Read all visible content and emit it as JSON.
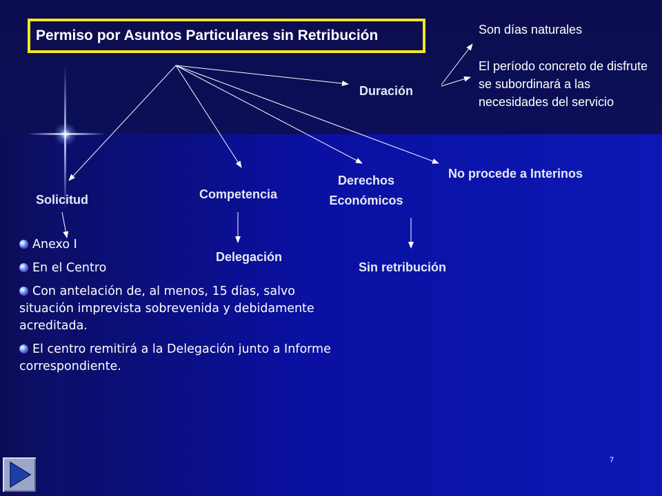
{
  "title": "Permiso por Asuntos Particulares sin Retribución",
  "nodes": {
    "duracion": "Duración",
    "solicitud": "Solicitud",
    "competencia": "Competencia",
    "derechos_line1": "Derechos",
    "derechos_line2": "Económicos",
    "no_interinos": "No procede a Interinos",
    "delegacion": "Delegación",
    "sin_retribucion": "Sin retribución"
  },
  "duration_notes": {
    "dias": "Son días naturales",
    "periodo": "El período concreto de disfrute se subordinará a las necesidades del servicio"
  },
  "solicitud_items": [
    "Anexo I",
    "En el Centro",
    "Con antelación de, al menos, 15 días, salvo situación imprevista sobrevenida y debidamente acreditada.",
    "El centro remitirá a la Delegación junto a Informe correspondiente."
  ],
  "page_number": "7",
  "colors": {
    "title_border": "#f4e81c",
    "background": "#0a0c6a",
    "text": "#ffffff"
  },
  "icons": {
    "bullet": "sphere-bullet-icon",
    "nav": "play-triangle-icon"
  }
}
